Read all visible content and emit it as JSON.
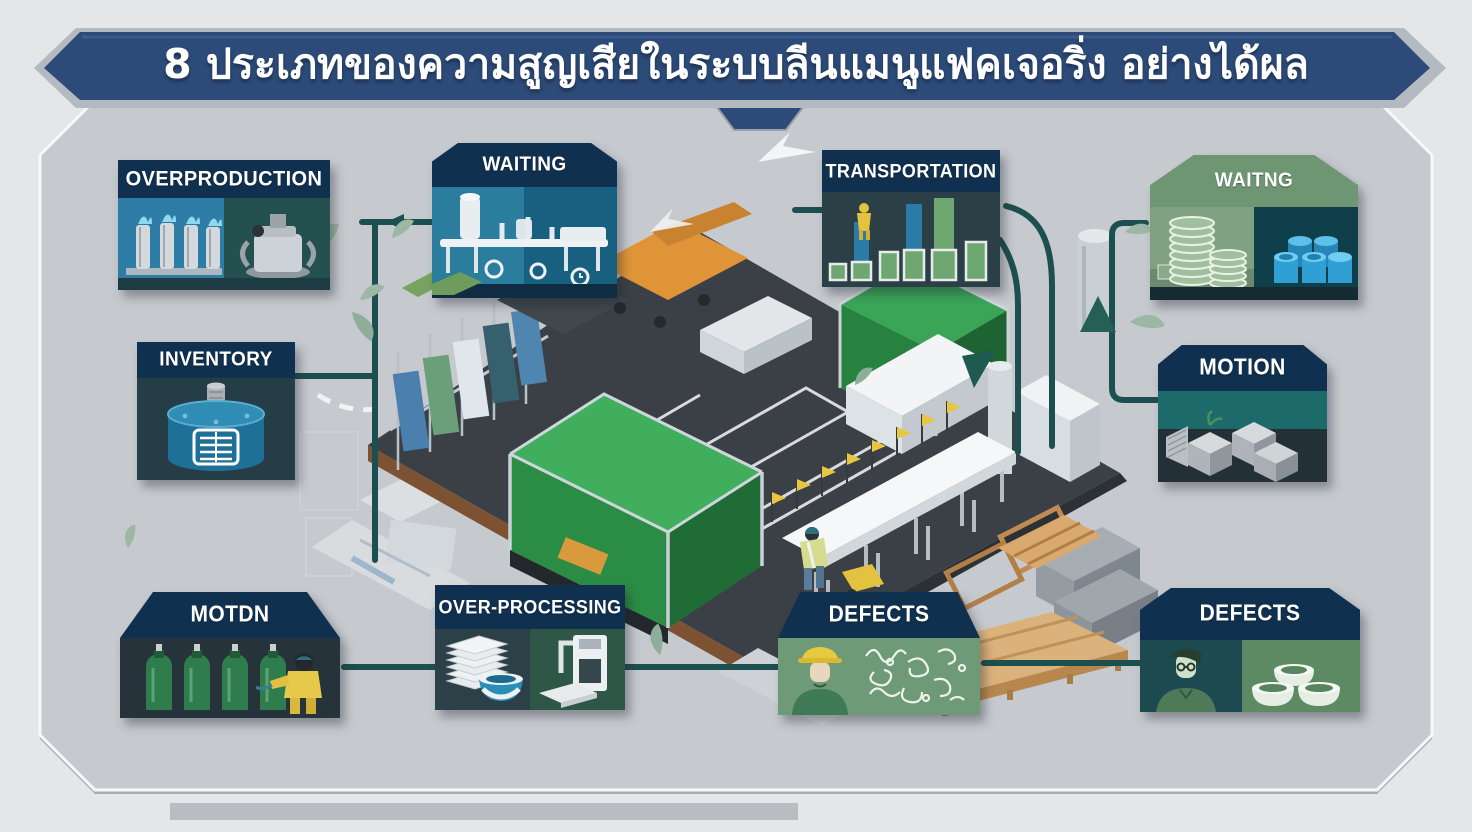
{
  "title": "8 ประเภทของความสูญเสียในระบบลีนแมนูแฟคเจอริ่ง อย่างได้ผล",
  "boxes": {
    "overproduction": {
      "label": "OVERPRODUCTION",
      "icon": "bottling-line-and-canister-illustration"
    },
    "waiting_top": {
      "label": "WAITING",
      "icon": "idle-machinery-illustration"
    },
    "transportation": {
      "label": "TRANSPORTATION",
      "icon": "bar-chart-with-worker-illustration"
    },
    "waiting_right": {
      "label": "WAITNG",
      "icon": "coil-stacks-and-blue-drums-illustration"
    },
    "inventory": {
      "label": "INVENTORY",
      "icon": "storage-tank-with-list-illustration"
    },
    "motion_right": {
      "label": "MOTION",
      "icon": "stacked-crates-illustration"
    },
    "motion_bottom": {
      "label": "MOTDN",
      "icon": "gas-cylinders-and-worker-illustration"
    },
    "over_processing": {
      "label": "OVER-PROCESSING",
      "icon": "sheet-stack-bowl-and-machine-illustration"
    },
    "defects_center": {
      "label": "DEFECTS",
      "icon": "inspector-and-scribbles-illustration"
    },
    "defects_right": {
      "label": "DEFECTS",
      "icon": "inspector-and-containers-illustration"
    }
  },
  "scene": {
    "name": "isometric-factory-floor"
  },
  "colors": {
    "banner_navy": "#2d4b78",
    "header_navy": "#10304f",
    "header_green": "#6f9673",
    "connector_teal": "#1c4f4f",
    "leaf_sage": "#9cb8a4",
    "panel_gray": "#c6c9cd",
    "floor_charcoal": "#3a4046",
    "accent_orange": "#df9438",
    "accent_yellow": "#e6c84a",
    "accent_blue": "#2a7ca6",
    "accent_green": "#2e9149"
  }
}
